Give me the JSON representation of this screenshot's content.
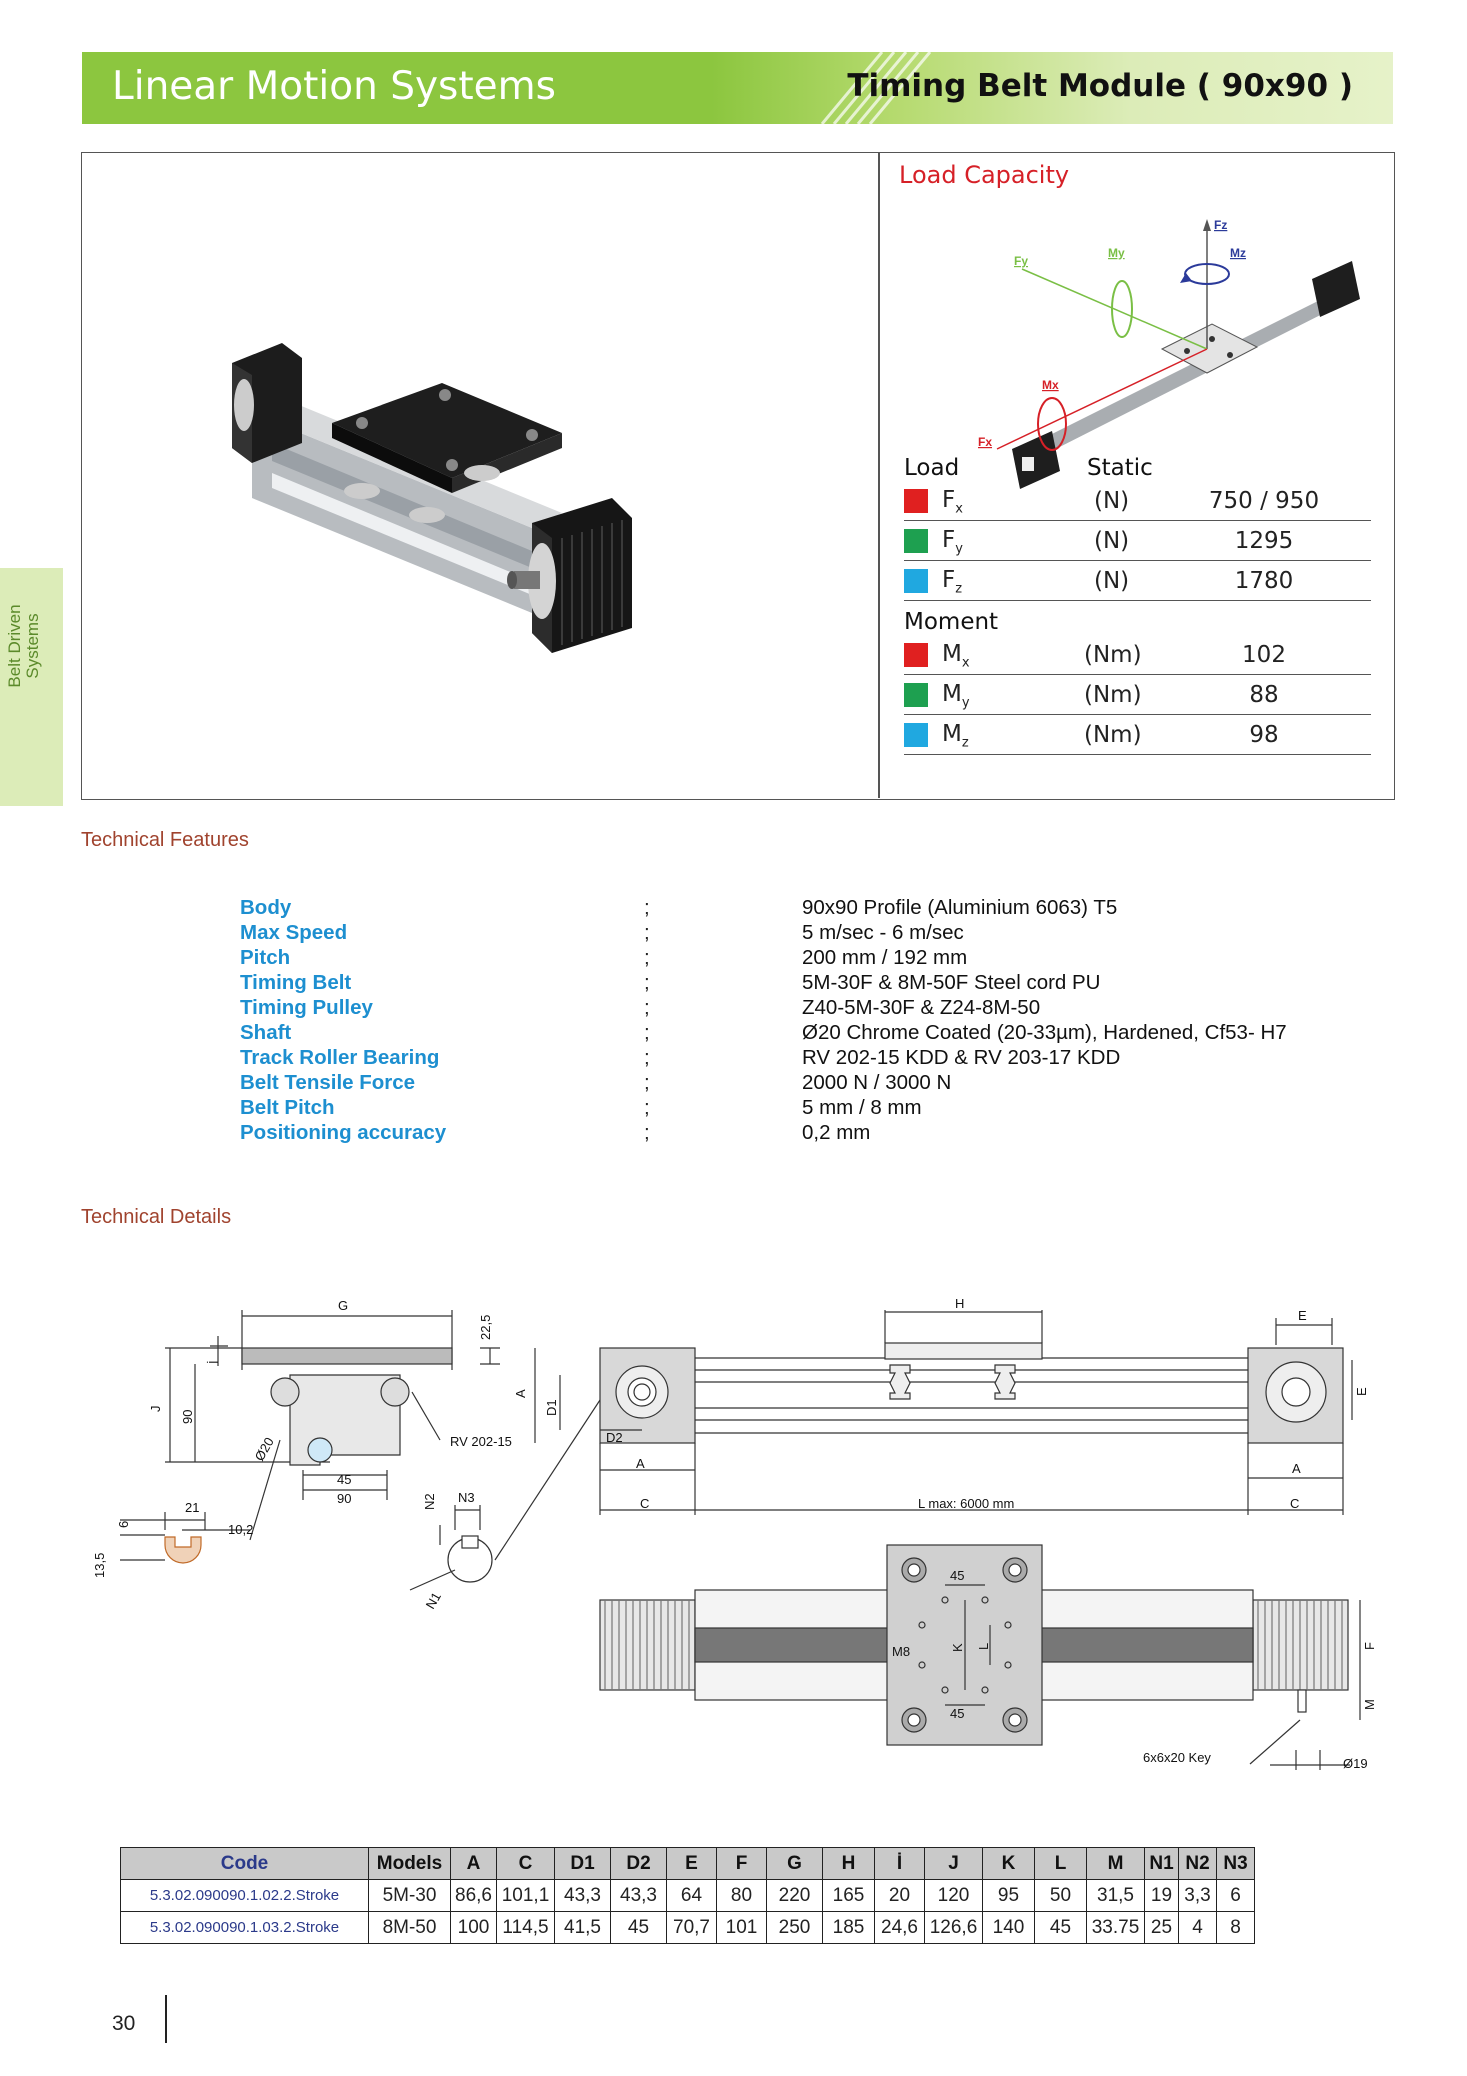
{
  "header": {
    "title": "Linear Motion Systems",
    "subtitle": "Timing Belt Module ( 90x90 )"
  },
  "side_tab": {
    "line1": "Belt Driven",
    "line2": "Systems"
  },
  "load_capacity": {
    "title": "Load Capacity",
    "diagram_labels": {
      "fz": "Fz",
      "fy": "Fy",
      "my": "My",
      "mz": "Mz",
      "mx": "Mx",
      "fx": "Fx"
    },
    "load_heading": "Load",
    "static_heading": "Static",
    "moment_heading": "Moment",
    "loads": [
      {
        "sym": "F",
        "sub": "x",
        "unit": "(N)",
        "value": "750 / 950",
        "color": "#e02020"
      },
      {
        "sym": "F",
        "sub": "y",
        "unit": "(N)",
        "value": "1295",
        "color": "#1ea050"
      },
      {
        "sym": "F",
        "sub": "z",
        "unit": "(N)",
        "value": "1780",
        "color": "#20a8e0"
      }
    ],
    "moments": [
      {
        "sym": "M",
        "sub": "x",
        "unit": "(Nm)",
        "value": "102",
        "color": "#e02020"
      },
      {
        "sym": "M",
        "sub": "y",
        "unit": "(Nm)",
        "value": "88",
        "color": "#1ea050"
      },
      {
        "sym": "M",
        "sub": "z",
        "unit": "(Nm)",
        "value": "98",
        "color": "#20a8e0"
      }
    ]
  },
  "technical_features": {
    "title": "Technical Features",
    "separator": ";",
    "rows": [
      {
        "label": "Body",
        "value": "90x90 Profile (Aluminium 6063) T5"
      },
      {
        "label": "Max Speed",
        "value": "5 m/sec - 6 m/sec"
      },
      {
        "label": "Pitch",
        "value": "200 mm / 192 mm"
      },
      {
        "label": "Timing Belt",
        "value": "5M-30F & 8M-50F Steel cord PU"
      },
      {
        "label": "Timing Pulley",
        "value": "Z40-5M-30F & Z24-8M-50"
      },
      {
        "label": "Shaft",
        "value": "Ø20 Chrome Coated (20-33µm), Hardened, Cf53- H7"
      },
      {
        "label": "Track Roller Bearing",
        "value": "RV 202-15 KDD & RV 203-17 KDD"
      },
      {
        "label": "Belt Tensile Force",
        "value": "2000 N / 3000 N"
      },
      {
        "label": "Belt Pitch",
        "value": "5 mm / 8 mm"
      },
      {
        "label": "Positioning accuracy",
        "value": "0,2 mm"
      }
    ]
  },
  "technical_details": {
    "title": "Technical Details",
    "drawing_labels": {
      "G": "G",
      "d22_5": "22,5",
      "I": "İ",
      "J": "J",
      "d90": "90",
      "phi20": "Ø20",
      "d45": "45",
      "d90b": "90",
      "rv": "RV 202-15",
      "d6": "6",
      "d21": "21",
      "d10_2": "10,2",
      "d13_5": "13,5",
      "N1": "N1",
      "N2": "N2",
      "N3": "N3",
      "A": "A",
      "D1": "D1",
      "D2": "D2",
      "C": "C",
      "H": "H",
      "E": "E",
      "Lmax": "L max: 6000 mm",
      "K": "K",
      "L": "L",
      "M8": "M8",
      "F": "F",
      "M": "M",
      "key": "6x6x20 Key",
      "phi19": "Ø19",
      "d45c": "45",
      "d45d": "45"
    }
  },
  "spec_table": {
    "headers": [
      "Code",
      "Models",
      "A",
      "C",
      "D1",
      "D2",
      "E",
      "F",
      "G",
      "H",
      "İ",
      "J",
      "K",
      "L",
      "M",
      "N1",
      "N2",
      "N3"
    ],
    "rows": [
      [
        "5.3.02.090090.1.02.2.Stroke",
        "5M-30",
        "86,6",
        "101,1",
        "43,3",
        "43,3",
        "64",
        "80",
        "220",
        "165",
        "20",
        "120",
        "95",
        "50",
        "31,5",
        "19",
        "3,3",
        "6"
      ],
      [
        "5.3.02.090090.1.03.2.Stroke",
        "8M-50",
        "100",
        "114,5",
        "41,5",
        "45",
        "70,7",
        "101",
        "250",
        "185",
        "24,6",
        "126,6",
        "140",
        "45",
        "33.75",
        "25",
        "4",
        "8"
      ]
    ]
  },
  "page_number": "30"
}
